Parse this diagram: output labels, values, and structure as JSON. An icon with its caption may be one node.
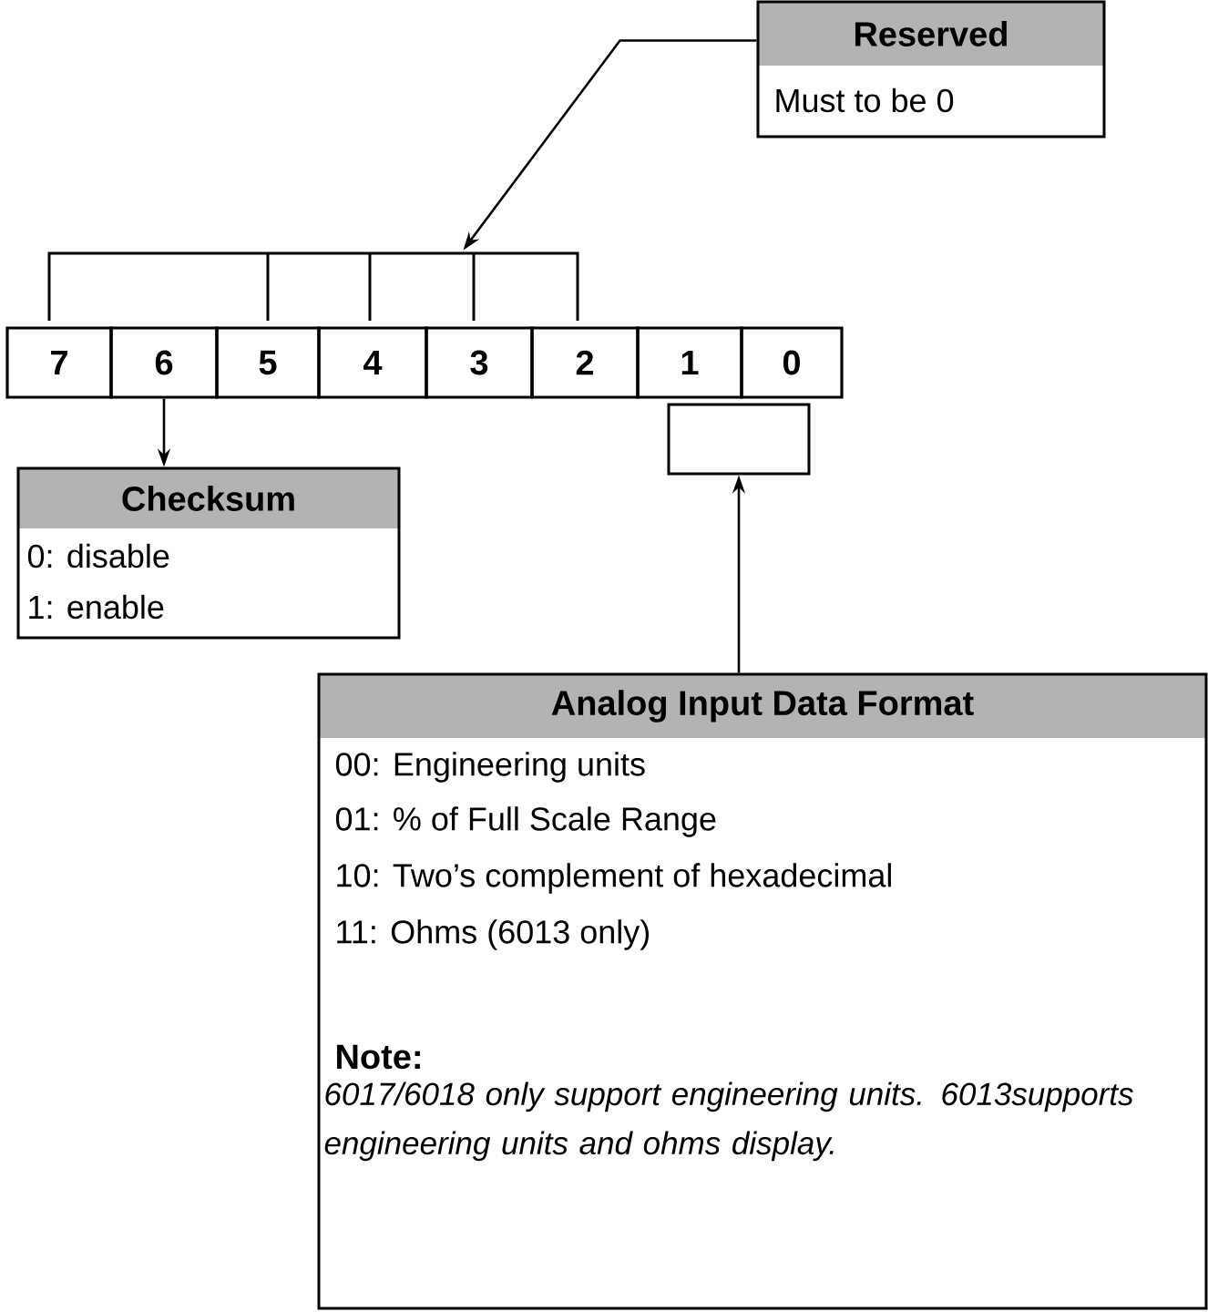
{
  "diagram": {
    "nodes": [
      {
        "text": [
          "Reserved",
          "Must to be 0"
        ]
      },
      {
        "text": [],
        "shape": "bracket"
      },
      {
        "text": [
          "7"
        ]
      },
      {
        "text": [
          "6"
        ]
      },
      {
        "text": [
          "5"
        ]
      },
      {
        "text": [
          "4"
        ]
      },
      {
        "text": [
          "3"
        ]
      },
      {
        "text": [
          "2"
        ]
      },
      {
        "text": [
          "1"
        ]
      },
      {
        "text": [
          "0"
        ]
      },
      {
        "text": [
          "Checksum",
          "0: disable",
          "1: enable"
        ]
      },
      {
        "text": [],
        "shape": "box"
      },
      {
        "text": [
          "Analog Input Data Format",
          "00: Engineering units",
          "01: % of Full Scale Range",
          "10: Two’s complement of hexadecimal",
          "11: Ohms (6013 only)",
          "Note:",
          "6017/6018 only support engineering units. 6013supports engineering units and ohms display."
        ]
      }
    ],
    "edges": [
      {
        "from": 0,
        "to": 1,
        "arrow": "to"
      },
      {
        "from": 3,
        "to": 10,
        "arrow": "to"
      },
      {
        "from": 12,
        "to": 11,
        "arrow": "to"
      }
    ]
  }
}
